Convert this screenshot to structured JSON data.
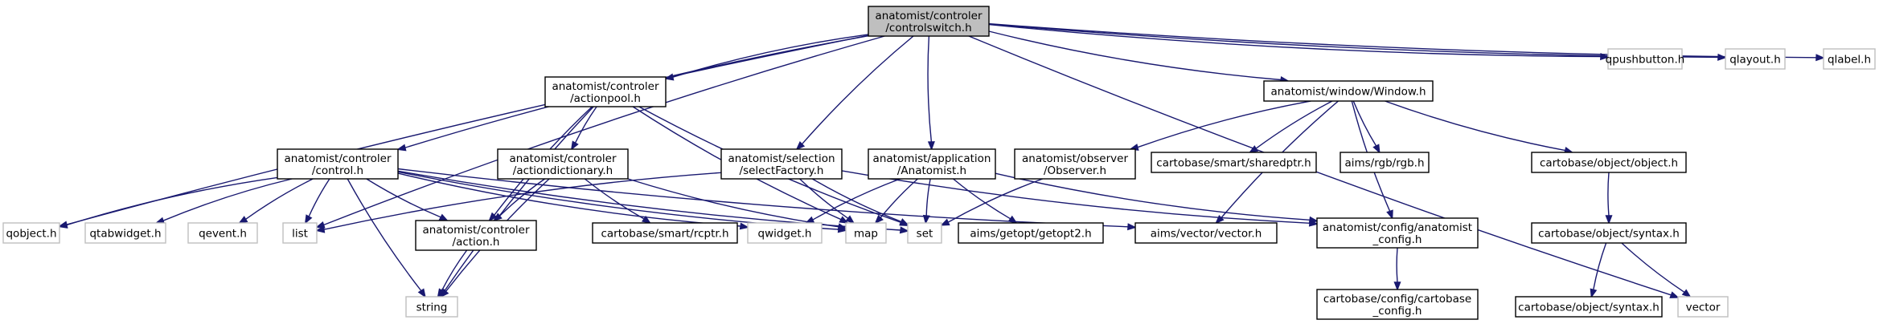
{
  "graph": {
    "edge_color": "#191970",
    "nodes": [
      {
        "id": "controlswitch",
        "lines": [
          "anatomist/controler",
          "/controlswitch.h"
        ],
        "kind": "root"
      },
      {
        "id": "qobject",
        "lines": [
          "qobject.h"
        ],
        "kind": "external"
      },
      {
        "id": "control",
        "lines": [
          "anatomist/controler",
          "/control.h"
        ],
        "kind": "primary"
      },
      {
        "id": "actionpool",
        "lines": [
          "anatomist/controler",
          "/actionpool.h"
        ],
        "kind": "primary"
      },
      {
        "id": "list",
        "lines": [
          "list"
        ],
        "kind": "external"
      },
      {
        "id": "selectFactory",
        "lines": [
          "anatomist/selection",
          "/selectFactory.h"
        ],
        "kind": "primary"
      },
      {
        "id": "Anatomist",
        "lines": [
          "anatomist/application",
          "/Anatomist.h"
        ],
        "kind": "primary"
      },
      {
        "id": "Window",
        "lines": [
          "anatomist/window/Window.h"
        ],
        "kind": "primary"
      },
      {
        "id": "vector",
        "lines": [
          "vector"
        ],
        "kind": "external"
      },
      {
        "id": "qpushbutton",
        "lines": [
          "qpushbutton.h"
        ],
        "kind": "external"
      },
      {
        "id": "qlayout",
        "lines": [
          "qlayout.h"
        ],
        "kind": "external"
      },
      {
        "id": "qlabel",
        "lines": [
          "qlabel.h"
        ],
        "kind": "external"
      },
      {
        "id": "qtabwidget",
        "lines": [
          "qtabwidget.h"
        ],
        "kind": "external"
      },
      {
        "id": "qevent",
        "lines": [
          "qevent.h"
        ],
        "kind": "external"
      },
      {
        "id": "action",
        "lines": [
          "anatomist/controler",
          "/action.h"
        ],
        "kind": "primary"
      },
      {
        "id": "string",
        "lines": [
          "string"
        ],
        "kind": "external"
      },
      {
        "id": "qwidget",
        "lines": [
          "qwidget.h"
        ],
        "kind": "external"
      },
      {
        "id": "map",
        "lines": [
          "map"
        ],
        "kind": "external"
      },
      {
        "id": "set",
        "lines": [
          "set"
        ],
        "kind": "external"
      },
      {
        "id": "actiondictionary",
        "lines": [
          "anatomist/controler",
          "/actiondictionary.h"
        ],
        "kind": "primary"
      },
      {
        "id": "rcptr",
        "lines": [
          "cartobase/smart/rcptr.h"
        ],
        "kind": "primary"
      },
      {
        "id": "getopt2",
        "lines": [
          "aims/getopt/getopt2.h"
        ],
        "kind": "primary"
      },
      {
        "id": "aimsvector",
        "lines": [
          "aims/vector/vector.h"
        ],
        "kind": "primary"
      },
      {
        "id": "anatomist_config",
        "lines": [
          "anatomist/config/anatomist",
          "_config.h"
        ],
        "kind": "primary"
      },
      {
        "id": "Observer",
        "lines": [
          "anatomist/observer",
          "/Observer.h"
        ],
        "kind": "primary"
      },
      {
        "id": "sharedptr",
        "lines": [
          "cartobase/smart/sharedptr.h"
        ],
        "kind": "primary"
      },
      {
        "id": "rgb",
        "lines": [
          "aims/rgb/rgb.h"
        ],
        "kind": "primary"
      },
      {
        "id": "object",
        "lines": [
          "cartobase/object/object.h"
        ],
        "kind": "primary"
      },
      {
        "id": "cartobase_config",
        "lines": [
          "cartobase/config/cartobase",
          "_config.h"
        ],
        "kind": "primary"
      },
      {
        "id": "syntax_h",
        "lines": [
          "cartobase/object/syntax.h"
        ],
        "kind": "primary"
      },
      {
        "id": "syntax_h2",
        "lines": [
          "cartobase/object/syntax.h"
        ],
        "kind": "primary"
      }
    ],
    "edges": [
      [
        "controlswitch",
        "qobject"
      ],
      [
        "controlswitch",
        "control"
      ],
      [
        "controlswitch",
        "actionpool"
      ],
      [
        "controlswitch",
        "list"
      ],
      [
        "controlswitch",
        "selectFactory"
      ],
      [
        "controlswitch",
        "Anatomist"
      ],
      [
        "controlswitch",
        "Window"
      ],
      [
        "controlswitch",
        "vector"
      ],
      [
        "controlswitch",
        "qpushbutton"
      ],
      [
        "controlswitch",
        "qlayout"
      ],
      [
        "controlswitch",
        "qlabel"
      ],
      [
        "control",
        "qobject"
      ],
      [
        "control",
        "qtabwidget"
      ],
      [
        "control",
        "qevent"
      ],
      [
        "control",
        "list"
      ],
      [
        "control",
        "action"
      ],
      [
        "control",
        "string"
      ],
      [
        "control",
        "qwidget"
      ],
      [
        "control",
        "map"
      ],
      [
        "control",
        "set"
      ],
      [
        "control",
        "aimsvector"
      ],
      [
        "actionpool",
        "actiondictionary"
      ],
      [
        "actionpool",
        "action"
      ],
      [
        "actionpool",
        "string"
      ],
      [
        "actionpool",
        "map"
      ],
      [
        "actionpool",
        "set"
      ],
      [
        "actiondictionary",
        "action"
      ],
      [
        "actiondictionary",
        "string"
      ],
      [
        "actiondictionary",
        "map"
      ],
      [
        "actiondictionary",
        "rcptr"
      ],
      [
        "action",
        "string"
      ],
      [
        "selectFactory",
        "list"
      ],
      [
        "selectFactory",
        "map"
      ],
      [
        "selectFactory",
        "set"
      ],
      [
        "selectFactory",
        "anatomist_config"
      ],
      [
        "Anatomist",
        "qwidget"
      ],
      [
        "Anatomist",
        "map"
      ],
      [
        "Anatomist",
        "set"
      ],
      [
        "Anatomist",
        "getopt2"
      ],
      [
        "Anatomist",
        "anatomist_config"
      ],
      [
        "Window",
        "Observer"
      ],
      [
        "Window",
        "sharedptr"
      ],
      [
        "Window",
        "rgb"
      ],
      [
        "Window",
        "object"
      ],
      [
        "Window",
        "aimsvector"
      ],
      [
        "Window",
        "anatomist_config"
      ],
      [
        "Observer",
        "set"
      ],
      [
        "anatomist_config",
        "cartobase_config"
      ],
      [
        "object",
        "syntax_h"
      ],
      [
        "syntax_h",
        "syntax_h2"
      ],
      [
        "syntax_h",
        "vector"
      ]
    ]
  }
}
